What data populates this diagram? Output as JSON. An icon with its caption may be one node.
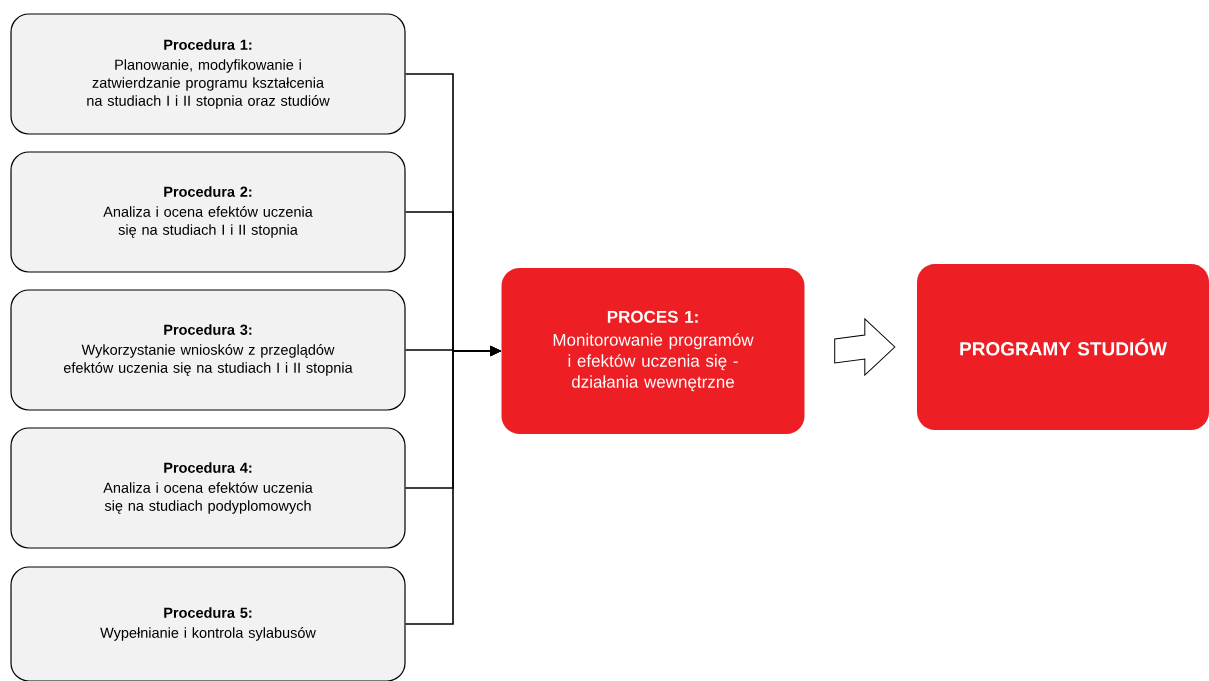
{
  "diagram": {
    "nodes": [
      {
        "text": [
          "Procedura 1:",
          "Planowanie, modyfikowanie i zatwierdzanie programu kształcenia na studiach I i II stopnia oraz studiów"
        ]
      },
      {
        "text": [
          "Procedura 2:",
          "Analiza i ocena efektów uczenia się na studiach I i II stopnia"
        ]
      },
      {
        "text": [
          "Procedura 3:",
          "Wykorzystanie wniosków z przeglądów efektów uczenia się na studiach I i II stopnia"
        ]
      },
      {
        "text": [
          "Procedura 4:",
          "Analiza i ocena efektów uczenia się na studiach podyplomowych"
        ]
      },
      {
        "text": [
          "Procedura 5:",
          "Wypełnianie i kontrola sylabusów"
        ]
      },
      {
        "text": [
          "PROCES 1:",
          "Monitorowanie programów i efektów uczenia się - działania wewnętrzne"
        ]
      },
      {
        "text": [
          "PROGRAMY STUDIÓW"
        ]
      }
    ],
    "edges": [
      {
        "from": 0,
        "to": 5,
        "arrow": "to"
      },
      {
        "from": 1,
        "to": 5,
        "arrow": "to"
      },
      {
        "from": 2,
        "to": 5,
        "arrow": "to"
      },
      {
        "from": 3,
        "to": 5,
        "arrow": "to"
      },
      {
        "from": 4,
        "to": 5,
        "arrow": "to"
      },
      {
        "from": 5,
        "to": 6,
        "arrow": "to"
      }
    ]
  }
}
